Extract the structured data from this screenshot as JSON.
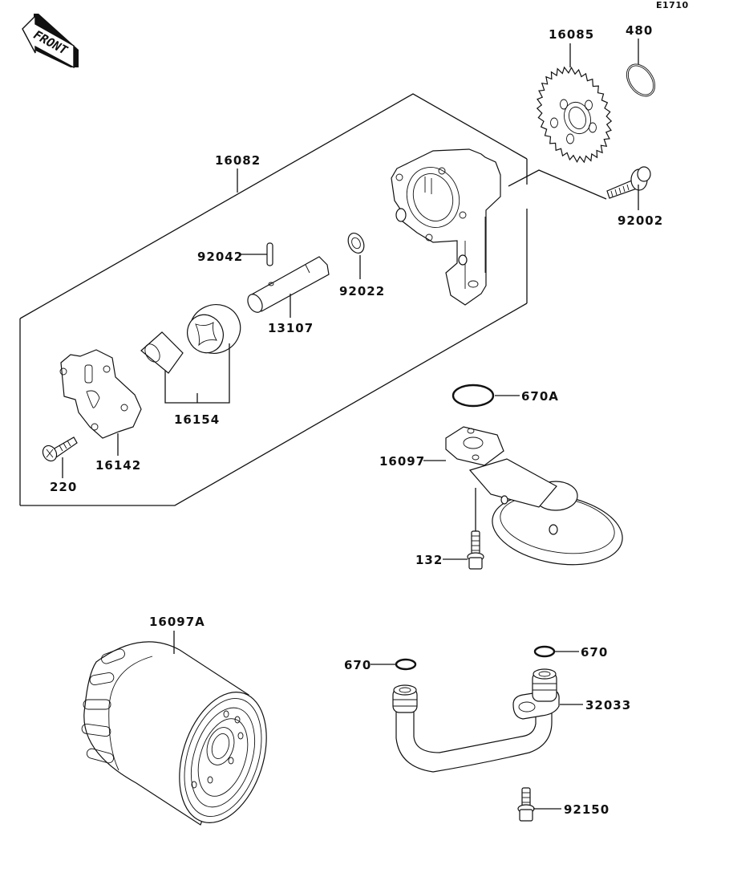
{
  "diagram": {
    "code": "E1710",
    "front_label": "FRONT",
    "colors": {
      "line": "#111111",
      "background": "#ffffff"
    },
    "assembly_group": {
      "label": "16082"
    },
    "parts": [
      {
        "id": "16085",
        "label": "16085",
        "name": "gear"
      },
      {
        "id": "480",
        "label": "480",
        "name": "circlip"
      },
      {
        "id": "92002",
        "label": "92002",
        "name": "bolt"
      },
      {
        "id": "16082",
        "label": "16082",
        "name": "oil-pump-assembly"
      },
      {
        "id": "92042",
        "label": "92042",
        "name": "pin"
      },
      {
        "id": "92022",
        "label": "92022",
        "name": "washer"
      },
      {
        "id": "13107",
        "label": "13107",
        "name": "shaft"
      },
      {
        "id": "16154",
        "label": "16154",
        "name": "rotor-set"
      },
      {
        "id": "16142",
        "label": "16142",
        "name": "pump-cover"
      },
      {
        "id": "220",
        "label": "220",
        "name": "screw"
      },
      {
        "id": "670A",
        "label": "670A",
        "name": "o-ring-large"
      },
      {
        "id": "16097",
        "label": "16097",
        "name": "oil-screen"
      },
      {
        "id": "132",
        "label": "132",
        "name": "flange-bolt"
      },
      {
        "id": "16097A",
        "label": "16097A",
        "name": "oil-filter"
      },
      {
        "id": "670-left",
        "label": "670",
        "name": "o-ring-left"
      },
      {
        "id": "670-right",
        "label": "670",
        "name": "o-ring-right"
      },
      {
        "id": "32033",
        "label": "32033",
        "name": "oil-pipe"
      },
      {
        "id": "92150",
        "label": "92150",
        "name": "pipe-bolt"
      }
    ]
  }
}
